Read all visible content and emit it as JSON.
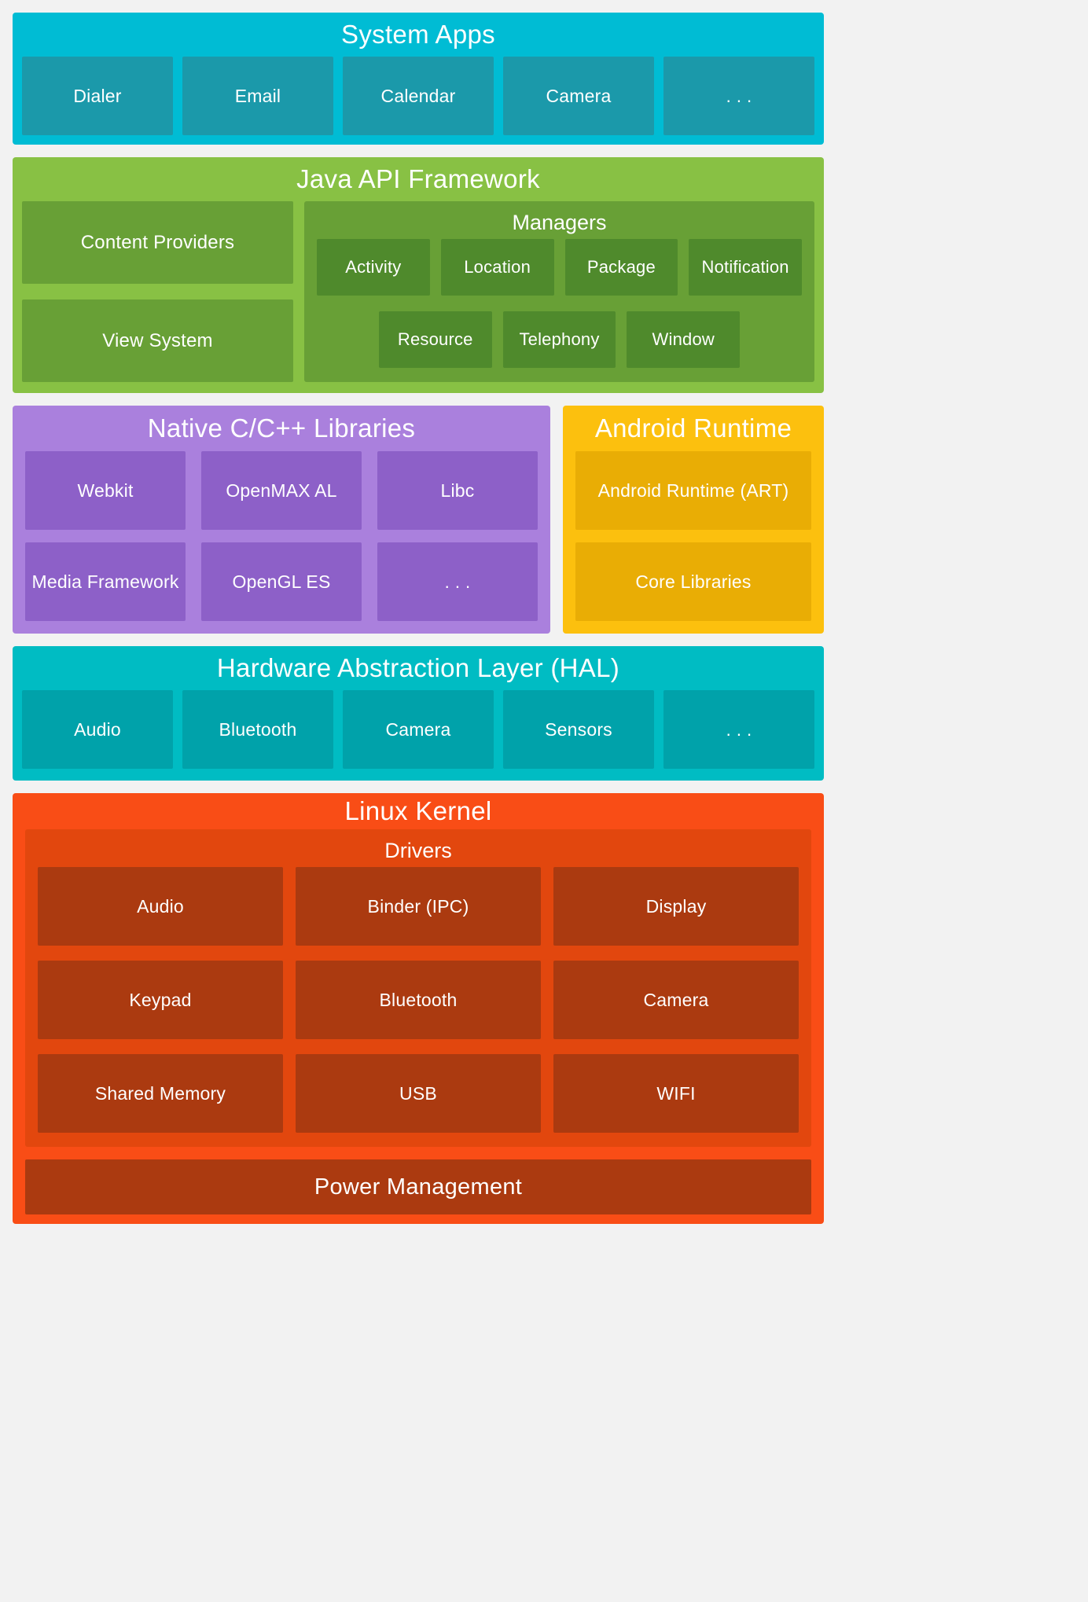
{
  "colors": {
    "bg": "#f2f2f2",
    "text": "#ffffff",
    "apps_bg": "#00bcd4",
    "apps_box": "#1b99aa",
    "java_bg": "#88c144",
    "java_box": "#68a036",
    "java_item": "#4f8a2c",
    "purple_bg": "#aa80dd",
    "purple_box": "#8d60c8",
    "amber_bg": "#fcc00e",
    "amber_box": "#e9ad05",
    "hal_bg": "#00bcc3",
    "hal_box": "#00a2aa",
    "kernel_bg": "#f94d16",
    "drivers_bg": "#e2470e",
    "kernel_box": "#ab3a10"
  },
  "sections": {
    "system_apps": {
      "title": "System Apps",
      "boxes": [
        "Dialer",
        "Email",
        "Calendar",
        "Camera",
        ". . ."
      ]
    },
    "java_api_framework": {
      "title": "Java API Framework",
      "left_boxes": [
        "Content Providers",
        "View System"
      ],
      "managers": {
        "title": "Managers",
        "row1": [
          "Activity",
          "Location",
          "Package",
          "Notification"
        ],
        "row2": [
          "Resource",
          "Telephony",
          "Window"
        ]
      }
    },
    "native_libraries": {
      "title": "Native C/C++ Libraries",
      "boxes": [
        "Webkit",
        "OpenMAX AL",
        "Libc",
        "Media Framework",
        "OpenGL ES",
        ". . ."
      ]
    },
    "android_runtime": {
      "title": "Android Runtime",
      "boxes": [
        "Android Runtime (ART)",
        "Core Libraries"
      ]
    },
    "hal": {
      "title": "Hardware Abstraction Layer (HAL)",
      "boxes": [
        "Audio",
        "Bluetooth",
        "Camera",
        "Sensors",
        ". . ."
      ]
    },
    "linux_kernel": {
      "title": "Linux Kernel",
      "drivers": {
        "title": "Drivers",
        "boxes": [
          "Audio",
          "Binder (IPC)",
          "Display",
          "Keypad",
          "Bluetooth",
          "Camera",
          "Shared Memory",
          "USB",
          "WIFI"
        ]
      },
      "power_management": "Power Management"
    }
  }
}
